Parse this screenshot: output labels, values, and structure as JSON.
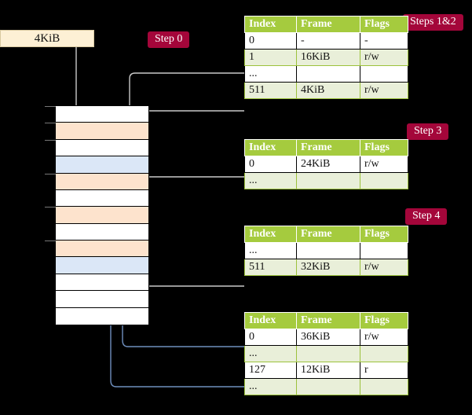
{
  "request": {
    "label": "4KiB"
  },
  "badges": {
    "step0": "Step 0",
    "steps12": "Steps 1&2",
    "step3": "Step 3",
    "step4": "Step 4"
  },
  "colors": {
    "badge_red": "#a4063a",
    "table_header_green": "#a5cb3e",
    "table_alt_row": "#e9efd9",
    "highlight_yellow": "#fbf79b",
    "memory_free": "#ffffff",
    "memory_used": "#fde3cd",
    "memory_allocated": "#dbe7f7",
    "request_box": "#fdf0d5",
    "wire_gray": "#c9c9c9",
    "wire_blue": "#6f8fbe"
  },
  "memory": {
    "name": "physical-memory-strip",
    "rows": [
      {
        "state": "free",
        "class": "c-white",
        "tick": true
      },
      {
        "state": "used",
        "class": "c-orange",
        "tick": true
      },
      {
        "state": "free",
        "class": "c-white",
        "tick": true
      },
      {
        "state": "allocated",
        "class": "c-blue",
        "tick": false
      },
      {
        "state": "used",
        "class": "c-orange",
        "tick": true
      },
      {
        "state": "free",
        "class": "c-white",
        "tick": false
      },
      {
        "state": "used",
        "class": "c-orange",
        "tick": true
      },
      {
        "state": "free",
        "class": "c-white",
        "tick": false
      },
      {
        "state": "used",
        "class": "c-orange",
        "tick": true
      },
      {
        "state": "allocated",
        "class": "c-blue",
        "tick": false
      },
      {
        "state": "free",
        "class": "c-white",
        "tick": false
      },
      {
        "state": "free",
        "class": "c-white",
        "tick": false
      },
      {
        "state": "free",
        "class": "c-white",
        "tick": false
      }
    ]
  },
  "tables": [
    {
      "id": "tbl1",
      "name": "page-table-level-4",
      "headers": [
        "Index",
        "Frame",
        "Flags"
      ],
      "rows": [
        {
          "cells": [
            "0",
            "-",
            "-"
          ],
          "alt": false,
          "highlight": false
        },
        {
          "cells": [
            "1",
            "16KiB",
            "r/w"
          ],
          "alt": true,
          "highlight": false
        },
        {
          "cells": [
            "...",
            "",
            ""
          ],
          "alt": false,
          "highlight": false
        },
        {
          "cells": [
            "511",
            "4KiB",
            "r/w"
          ],
          "alt": true,
          "highlight": true
        }
      ]
    },
    {
      "id": "tbl2",
      "name": "page-table-level-3",
      "headers": [
        "Index",
        "Frame",
        "Flags"
      ],
      "rows": [
        {
          "cells": [
            "0",
            "24KiB",
            "r/w"
          ],
          "alt": false,
          "highlight": false
        },
        {
          "cells": [
            "...",
            "",
            ""
          ],
          "alt": true,
          "highlight": false
        }
      ]
    },
    {
      "id": "tbl3",
      "name": "page-table-level-2",
      "headers": [
        "Index",
        "Frame",
        "Flags"
      ],
      "rows": [
        {
          "cells": [
            "...",
            "",
            ""
          ],
          "alt": false,
          "highlight": false
        },
        {
          "cells": [
            "511",
            "32KiB",
            "r/w"
          ],
          "alt": true,
          "highlight": false
        }
      ]
    },
    {
      "id": "tbl4",
      "name": "page-table-level-1",
      "headers": [
        "Index",
        "Frame",
        "Flags"
      ],
      "rows": [
        {
          "cells": [
            "0",
            "36KiB",
            "r/w"
          ],
          "alt": false,
          "highlight": false
        },
        {
          "cells": [
            "...",
            "",
            ""
          ],
          "alt": true,
          "highlight": false
        },
        {
          "cells": [
            "127",
            "12KiB",
            "r"
          ],
          "alt": false,
          "highlight": false
        },
        {
          "cells": [
            "...",
            "",
            ""
          ],
          "alt": true,
          "highlight": false
        }
      ]
    }
  ]
}
